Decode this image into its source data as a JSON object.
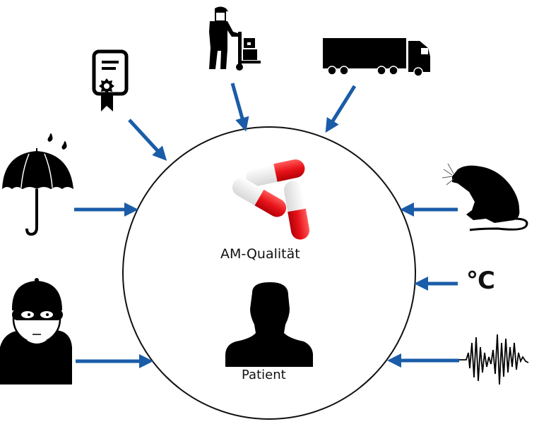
{
  "diagram": {
    "center": {
      "quality_label": "AM-Qualität",
      "patient_label": "Patient",
      "icons": [
        "capsules-icon",
        "person-silhouette-icon"
      ]
    },
    "influences": [
      {
        "id": "certificate",
        "icon": "certificate-icon",
        "direction": "diagonal-down-right"
      },
      {
        "id": "delivery-worker",
        "icon": "hand-truck-worker-icon",
        "direction": "down"
      },
      {
        "id": "truck",
        "icon": "truck-icon",
        "direction": "diagonal-down-left"
      },
      {
        "id": "rain",
        "icon": "umbrella-rain-icon",
        "direction": "right"
      },
      {
        "id": "rat",
        "icon": "rat-icon",
        "direction": "left"
      },
      {
        "id": "temperature",
        "icon": "celsius-text",
        "text": "°C",
        "direction": "left"
      },
      {
        "id": "thief",
        "icon": "burglar-icon",
        "direction": "right"
      },
      {
        "id": "vibration",
        "icon": "vibration-waveform-icon",
        "direction": "left"
      }
    ],
    "colors": {
      "arrow": "#1a5ca8",
      "capsule_red": "#e8141a",
      "capsule_white": "#f0f0f0",
      "icon": "#000000",
      "circle": "#111111"
    }
  }
}
